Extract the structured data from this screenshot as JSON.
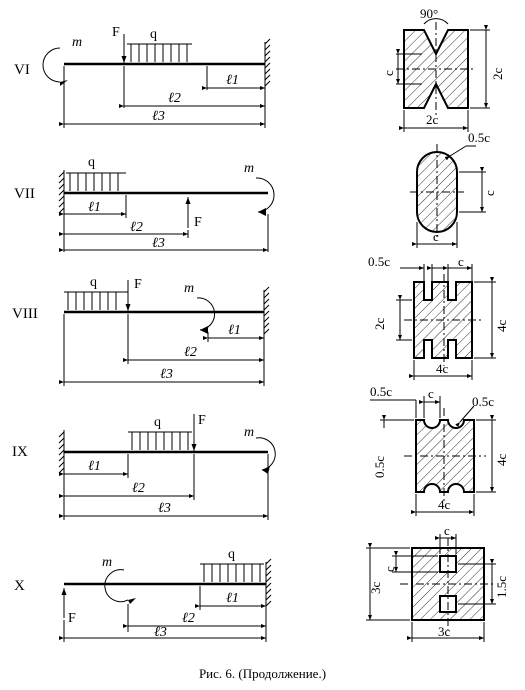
{
  "caption": "Рис. 6. (Продолжение.)",
  "load_labels": {
    "force": "F",
    "distributed": "q",
    "moment": "m"
  },
  "length_labels": [
    "ℓ1",
    "ℓ2",
    "ℓ3"
  ],
  "schemes": [
    {
      "id": "VI",
      "dims": [
        "90°",
        "c",
        "2c",
        "2c"
      ]
    },
    {
      "id": "VII",
      "dims": [
        "0.5c",
        "c",
        "c"
      ]
    },
    {
      "id": "VIII",
      "dims": [
        "0.5c",
        "c",
        "2c",
        "4c",
        "4c"
      ]
    },
    {
      "id": "IX",
      "dims": [
        "0.5c",
        "c",
        "0.5c",
        "0.5c",
        "4c",
        "4c"
      ]
    },
    {
      "id": "X",
      "dims": [
        "c",
        "c",
        "3c",
        "1.5c",
        "3c"
      ]
    }
  ]
}
